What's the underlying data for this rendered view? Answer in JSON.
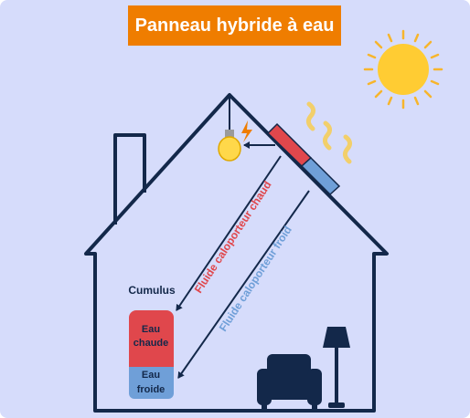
{
  "title": "Panneau hybride à eau",
  "labels": {
    "cumulus": "Cumulus",
    "hot_water_line1": "Eau",
    "hot_water_line2": "chaude",
    "cold_water_line1": "Eau",
    "cold_water_line2": "froide",
    "hot_fluid": "Fluide caloporteur chaud",
    "cold_fluid": "Fluide caloporteur froid"
  },
  "colors": {
    "background": "#d6dcfb",
    "banner": "#ef7d00",
    "house_outline": "#13284a",
    "hot": "#e0474c",
    "cold": "#6f9fd8",
    "sun": "#ffcc33",
    "heat_waves": "#f2cf6b"
  },
  "icons": [
    "sun-icon",
    "heat-waves-icon",
    "light-bulb-icon",
    "lightning-icon",
    "armchair-icon",
    "floor-lamp-icon"
  ]
}
